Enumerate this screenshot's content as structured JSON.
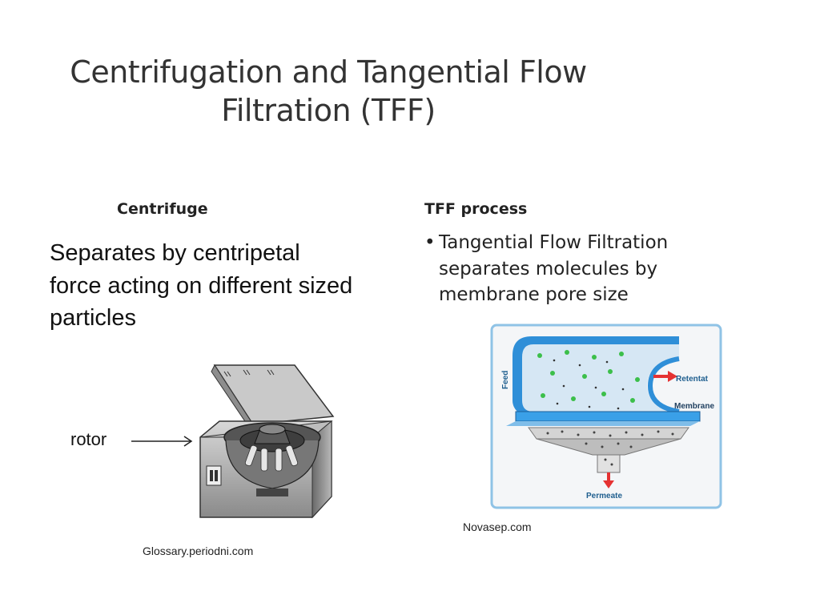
{
  "slide": {
    "title_line1": "Centrifugation and Tangential Flow",
    "title_line2": "Filtration (TFF)"
  },
  "left": {
    "heading": "Centrifuge",
    "text": "Separates by centripetal force acting on different sized particles",
    "rotor_label": "rotor",
    "credit": "Glossary.periodni.com"
  },
  "right": {
    "heading": "TFF process",
    "bullet_text": "Tangential Flow Filtration separates molecules by membrane pore size",
    "credit": "Novasep.com",
    "diagram": {
      "feed_label": "Feed",
      "retentate_label": "Retentat",
      "membrane_label": "Membrane",
      "permeate_label": "Permeate"
    }
  },
  "colors": {
    "tube_blue": "#2f8fd8",
    "membrane_blue": "#3aa0e8",
    "arrow_red": "#e53232",
    "particle_green": "#3cbf4a"
  }
}
